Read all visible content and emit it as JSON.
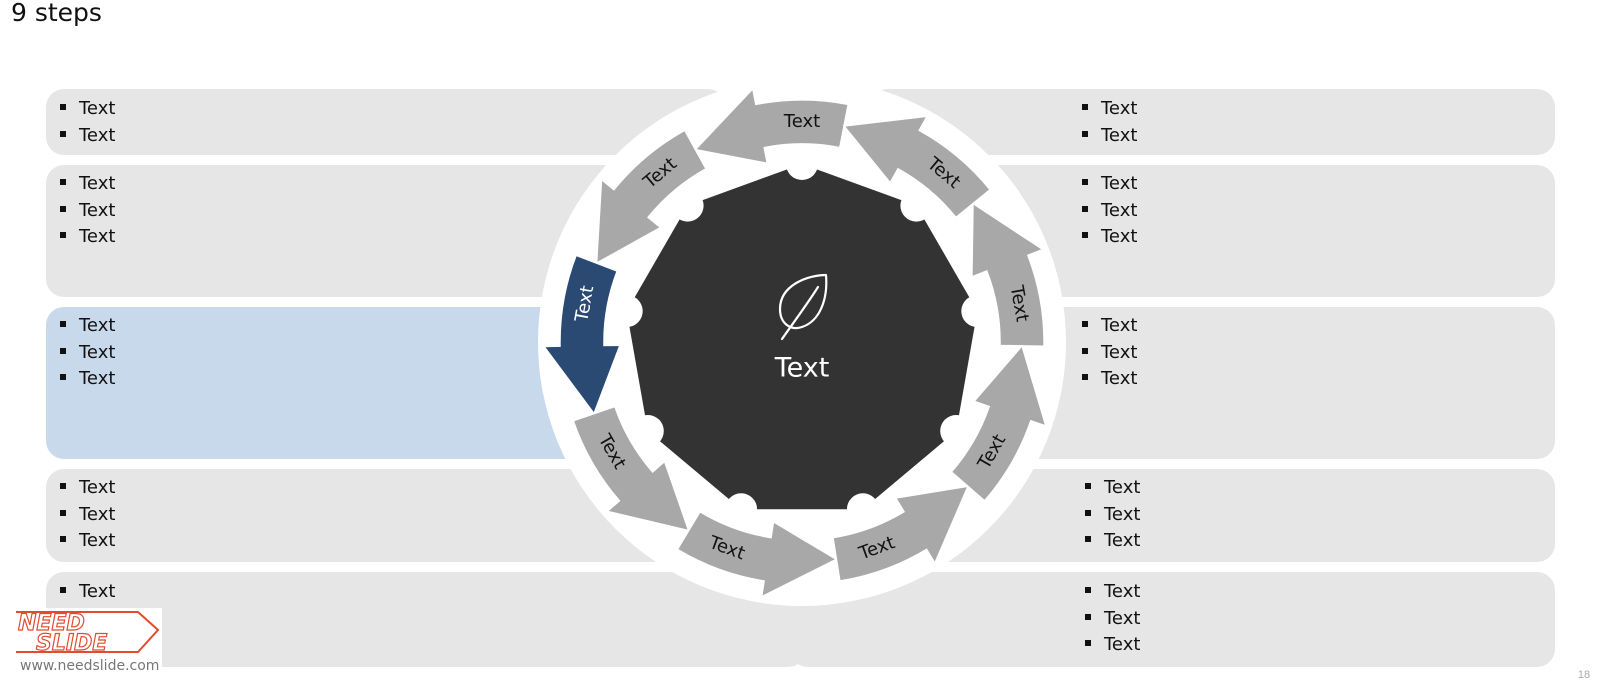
{
  "title": "9 steps",
  "colors": {
    "panel": "#e6e6e6",
    "panel_highlight": "#c9d9ec",
    "arrow": "#a8a8a8",
    "arrow_highlight": "#2a4a73",
    "center": "#333333"
  },
  "panels": {
    "left": [
      {
        "bullets": [
          "Text",
          "Text"
        ]
      },
      {
        "bullets": [
          "Text",
          "Text",
          "Text"
        ]
      },
      {
        "bullets": [
          "Text",
          "Text",
          "Text"
        ],
        "highlight": true
      },
      {
        "bullets": [
          "Text",
          "Text",
          "Text"
        ]
      },
      {
        "bullets": [
          "Text"
        ]
      }
    ],
    "right": [
      {
        "bullets": [
          "Text",
          "Text"
        ]
      },
      {
        "bullets": [
          "Text",
          "Text",
          "Text"
        ]
      },
      {
        "bullets": [
          "Text",
          "Text",
          "Text"
        ]
      },
      {
        "bullets": [
          "Text",
          "Text",
          "Text"
        ]
      },
      {
        "bullets": [
          "Text",
          "Text",
          "Text"
        ]
      }
    ]
  },
  "steps": [
    "Text",
    "Text",
    "Text",
    "Text",
    "Text",
    "Text",
    "Text",
    "Text",
    "Text"
  ],
  "highlight_step": 2,
  "center": {
    "label": "Text",
    "icon": "leaf-icon"
  },
  "logo": {
    "url": "www.needslide.com",
    "line1": "NEED",
    "line2": "SLIDE"
  },
  "page_number": "18"
}
